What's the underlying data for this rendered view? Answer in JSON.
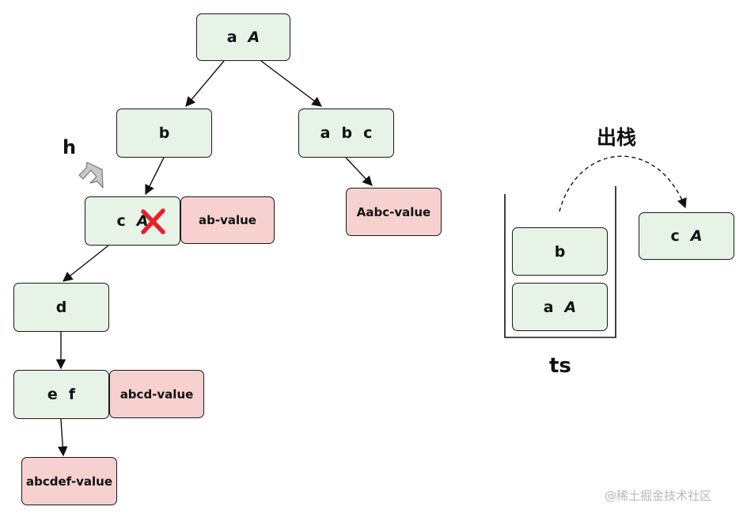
{
  "nodes": {
    "root": {
      "keys": [
        {
          "t": "a"
        },
        {
          "t": "A",
          "italic": true
        }
      ]
    },
    "b": {
      "keys": [
        {
          "t": "b"
        }
      ]
    },
    "abc": {
      "keys": [
        {
          "t": "a"
        },
        {
          "t": "b"
        },
        {
          "t": "c"
        }
      ]
    },
    "c": {
      "keys": [
        {
          "t": "c"
        },
        {
          "t": "A",
          "italic": true
        }
      ]
    },
    "d": {
      "keys": [
        {
          "t": "d"
        }
      ]
    },
    "ef": {
      "keys": [
        {
          "t": "e"
        },
        {
          "t": "f"
        }
      ]
    }
  },
  "values": {
    "ab": "ab-value",
    "aabc": "Aabc-value",
    "abcd": "abcd-value",
    "abcdef": "abcdef-value"
  },
  "pointer_label": "h",
  "stack": {
    "label": "ts",
    "items": [
      {
        "keys": [
          {
            "t": "b"
          }
        ]
      },
      {
        "keys": [
          {
            "t": "a"
          },
          {
            "t": "A",
            "italic": true
          }
        ]
      }
    ]
  },
  "pop": {
    "label": "出栈",
    "node": {
      "keys": [
        {
          "t": "c"
        },
        {
          "t": "A",
          "italic": true
        }
      ]
    }
  },
  "watermark": "@稀土掘金技术社区",
  "colors": {
    "node_fill": "#e6f3e6",
    "value_fill": "#f7d0d0",
    "delete_mark": "#e8202a",
    "pointer": "#c8c8c8"
  }
}
